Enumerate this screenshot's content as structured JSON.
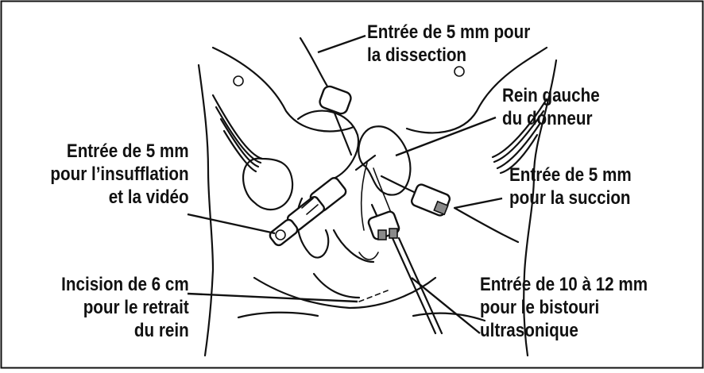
{
  "labels": {
    "port_dissection": [
      "Entrée de 5 mm pour",
      "la dissection"
    ],
    "kidney": [
      "Rein gauche",
      "du donneur"
    ],
    "port_insufflation": [
      "Entrée de 5 mm",
      "pour l’insufflation",
      "et la vidéo"
    ],
    "port_suction": [
      "Entrée de 5 mm",
      "pour la succion"
    ],
    "incision": [
      "Incision de 6 cm",
      "pour le retrait",
      "du rein"
    ],
    "port_scalpel": [
      "Entrée de 10 à 12 mm",
      "pour le bistouri",
      "ultrasonique"
    ]
  }
}
